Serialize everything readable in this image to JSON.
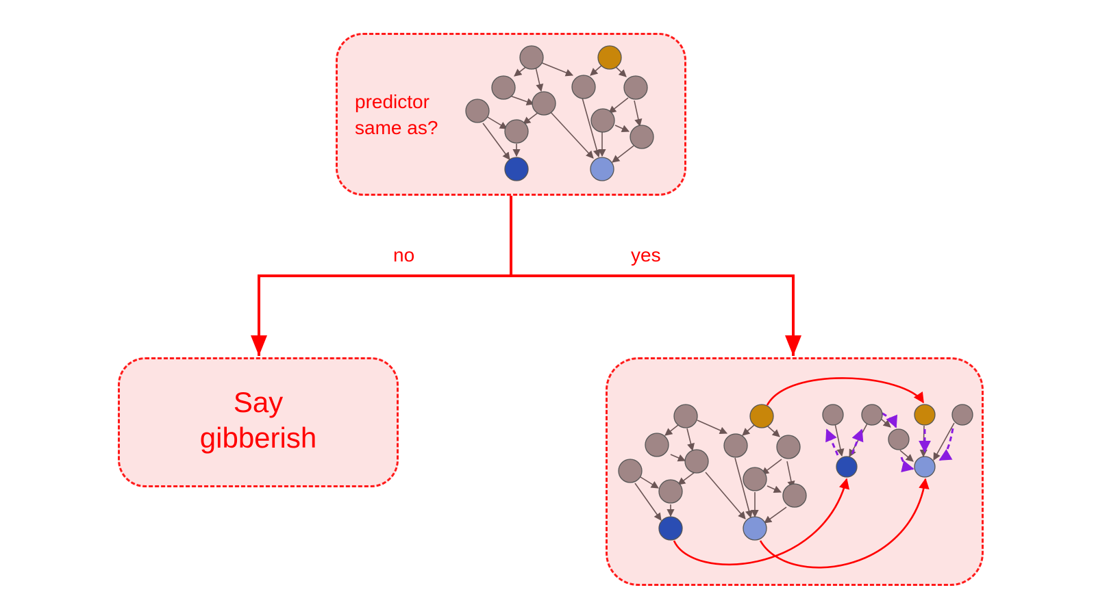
{
  "decision": {
    "question_line1": "predictor",
    "question_line2": "same as?",
    "branch_no": "no",
    "branch_yes": "yes"
  },
  "outcome_no": {
    "line1": "Say",
    "line2": "gibberish"
  },
  "colors": {
    "accent": "#ff0000",
    "box_fill": "#fde3e3",
    "node_gray": "#a08686",
    "node_orange": "#c8860a",
    "node_dark_blue": "#2a4db3",
    "node_light_blue": "#8096d8",
    "edge": "#6b5555",
    "purple": "#8a1ce0"
  }
}
